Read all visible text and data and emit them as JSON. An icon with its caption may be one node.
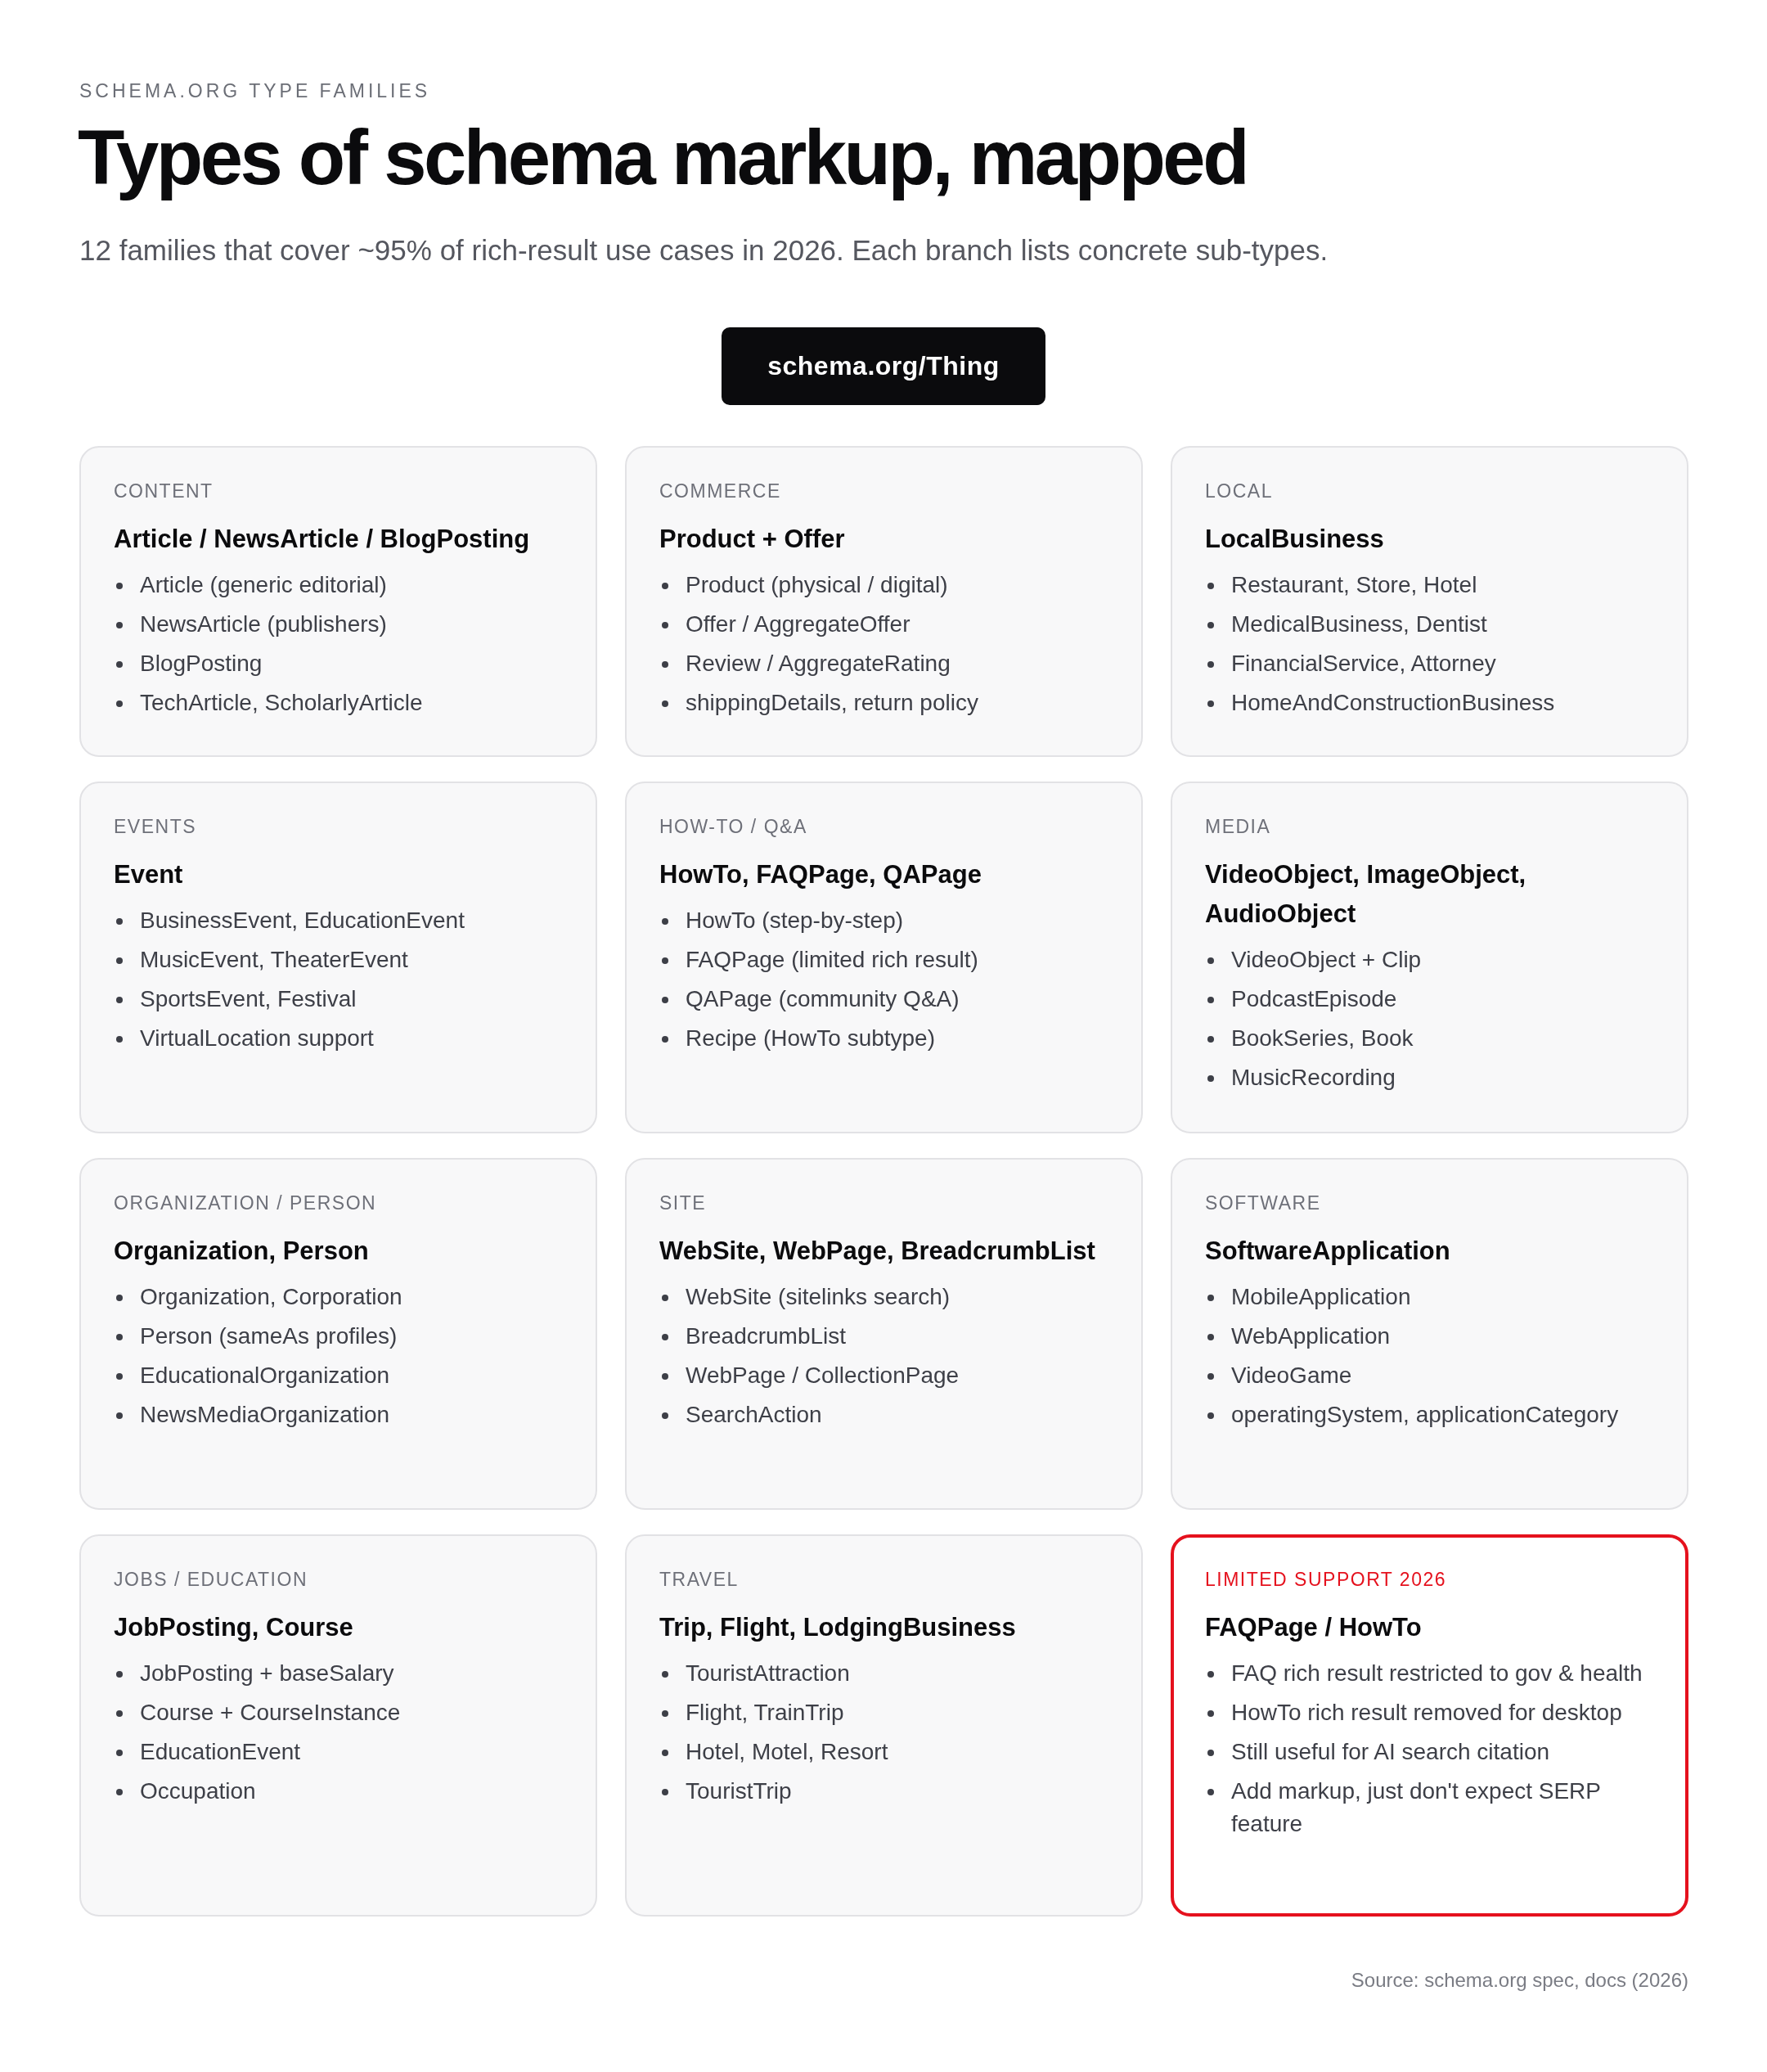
{
  "diagram": {
    "title": "Types of schema markup, mapped",
    "nodes": [
      {
        "text": [
          "schema.org/Thing"
        ]
      },
      {
        "text": [
          "CONTENT",
          "Article / NewsArticle / BlogPosting",
          "Article (generic editorial)",
          "NewsArticle (publishers)",
          "BlogPosting",
          "TechArticle, ScholarlyArticle"
        ]
      },
      {
        "text": [
          "COMMERCE",
          "Product + Offer",
          "Product (physical / digital)",
          "Offer / AggregateOffer",
          "Review / AggregateRating",
          "shippingDetails, return policy"
        ]
      },
      {
        "text": [
          "LOCAL",
          "LocalBusiness",
          "Restaurant, Store, Hotel",
          "MedicalBusiness, Dentist",
          "FinancialService, Attorney",
          "HomeAndConstructionBusiness"
        ]
      },
      {
        "text": [
          "EVENTS",
          "Event",
          "BusinessEvent, EducationEvent",
          "MusicEvent, TheaterEvent",
          "SportsEvent, Festival",
          "VirtualLocation support"
        ]
      },
      {
        "text": [
          "HOW-TO / Q&A",
          "HowTo, FAQPage, QAPage",
          "HowTo (step-by-step)",
          "FAQPage (limited rich result)",
          "QAPage (community Q&A)",
          "Recipe (HowTo subtype)"
        ]
      },
      {
        "text": [
          "MEDIA",
          "VideoObject, ImageObject, AudioObject",
          "VideoObject + Clip",
          "PodcastEpisode",
          "BookSeries, Book",
          "MusicRecording"
        ]
      },
      {
        "text": [
          "ORGANIZATION / PERSON",
          "Organization, Person",
          "Organization, Corporation",
          "Person (sameAs profiles)",
          "EducationalOrganization",
          "NewsMediaOrganization"
        ]
      },
      {
        "text": [
          "SITE",
          "WebSite, WebPage, BreadcrumbList",
          "WebSite (sitelinks search)",
          "BreadcrumbList",
          "WebPage / CollectionPage",
          "SearchAction"
        ]
      },
      {
        "text": [
          "SOFTWARE",
          "SoftwareApplication",
          "MobileApplication",
          "WebApplication",
          "VideoGame",
          "operatingSystem, applicationCategory"
        ]
      },
      {
        "text": [
          "JOBS / EDUCATION",
          "JobPosting, Course",
          "JobPosting + baseSalary",
          "Course + CourseInstance",
          "EducationEvent",
          "Occupation"
        ]
      },
      {
        "text": [
          "TRAVEL",
          "Trip, Flight, LodgingBusiness",
          "TouristAttraction",
          "Flight, TrainTrip",
          "Hotel, Motel, Resort",
          "TouristTrip"
        ]
      },
      {
        "text": [
          "LIMITED SUPPORT 2026",
          "FAQPage / HowTo",
          "FAQ rich result restricted to gov & health",
          "HowTo rich result removed for desktop",
          "Still useful for AI search citation",
          "Add markup, just don't expect SERP feature"
        ]
      }
    ],
    "labels": [
      "SCHEMA.ORG TYPE FAMILIES",
      "12 families that cover ~95% of rich-result use cases in 2026. Each branch lists concrete sub-types.",
      "Source: schema.org spec, docs (2026)"
    ]
  }
}
